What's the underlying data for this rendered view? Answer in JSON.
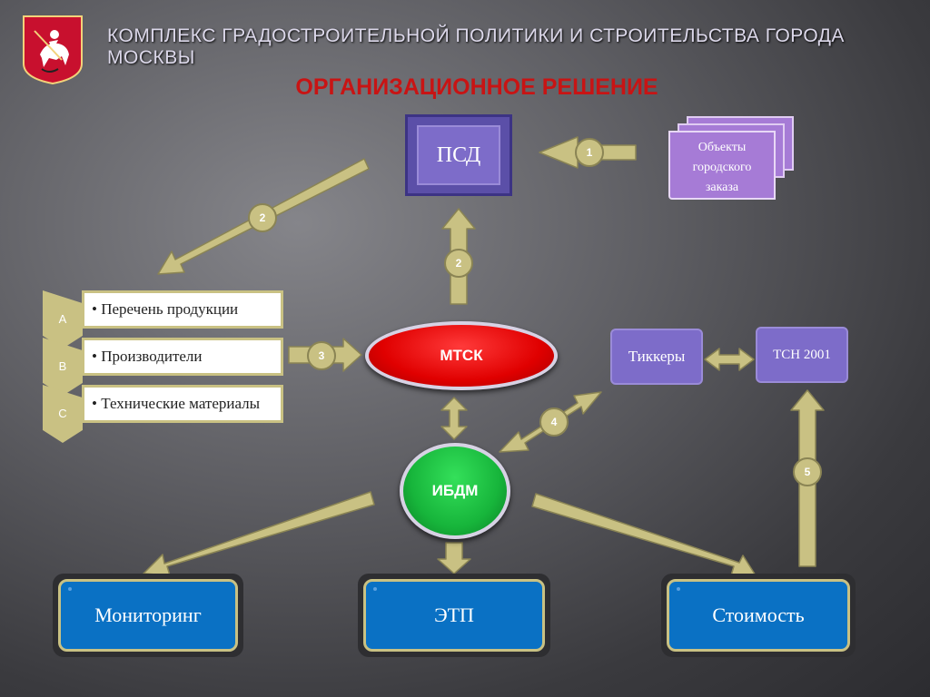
{
  "header": {
    "title": "КОМПЛЕКС ГРАДОСТРОИТЕЛЬНОЙ ПОЛИТИКИ И СТРОИТЕЛЬСТВА  ГОРОДА МОСКВЫ",
    "subtitle": "ОРГАНИЗАЦИОННОЕ РЕШЕНИЕ"
  },
  "nodes": {
    "psd": "ПСД",
    "objects": {
      "line1": "Объекты",
      "line2": "городского",
      "line3": "заказа"
    },
    "list": [
      {
        "letter": "A",
        "text": "• Перечень продукции"
      },
      {
        "letter": "B",
        "text": "• Производители"
      },
      {
        "letter": "C",
        "text": "• Технические материалы"
      }
    ],
    "mtsk": "МТСК",
    "ibdm": "ИБДМ",
    "tickers": "Тиккеры",
    "tsn": "ТСН 2001",
    "monitoring": "Мониторинг",
    "etp": "ЭТП",
    "cost": "Стоимость"
  },
  "badges": [
    "1",
    "2",
    "2",
    "3",
    "4",
    "5"
  ],
  "colors": {
    "arrow": "#c9c183",
    "arrow_stroke": "#8a8454",
    "psd": "#7d6cc9",
    "mtsk": "#e00000",
    "ibdm": "#17b53b",
    "bottom_box": "#0a71c4",
    "subtitle": "#c81414"
  }
}
